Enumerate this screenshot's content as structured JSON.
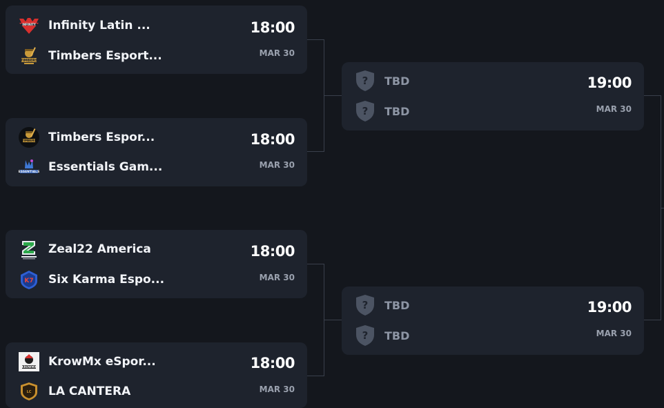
{
  "round1": [
    {
      "team1": {
        "name": "Infinity Latin ...",
        "logo": "infinity-logo"
      },
      "team2": {
        "name": "Timbers Esport...",
        "logo": "timbers-logo"
      },
      "time": "18:00",
      "date": "MAR 30"
    },
    {
      "team1": {
        "name": "Timbers Espor...",
        "logo": "timbers-logo"
      },
      "team2": {
        "name": "Essentials Gam...",
        "logo": "essentials-logo"
      },
      "time": "18:00",
      "date": "MAR 30"
    },
    {
      "team1": {
        "name": "Zeal22 America",
        "logo": "zeal22-logo"
      },
      "team2": {
        "name": "Six Karma Espo...",
        "logo": "six-karma-logo"
      },
      "time": "18:00",
      "date": "MAR 30"
    },
    {
      "team1": {
        "name": "KrowMx eSpor...",
        "logo": "krowmx-logo"
      },
      "team2": {
        "name": "LA CANTERA",
        "logo": "la-cantera-logo"
      },
      "time": "18:00",
      "date": "MAR 30"
    }
  ],
  "round2": [
    {
      "team1": {
        "name": "TBD",
        "logo": "unknown-shield-icon"
      },
      "team2": {
        "name": "TBD",
        "logo": "unknown-shield-icon"
      },
      "time": "19:00",
      "date": "MAR 30"
    },
    {
      "team1": {
        "name": "TBD",
        "logo": "unknown-shield-icon"
      },
      "team2": {
        "name": "TBD",
        "logo": "unknown-shield-icon"
      },
      "time": "19:00",
      "date": "MAR 30"
    }
  ],
  "colors": {
    "background": "#14171d",
    "card": "#1e232d",
    "connector": "#3a404c",
    "text": "#f2f4f8",
    "muted": "#9aa1ae"
  }
}
